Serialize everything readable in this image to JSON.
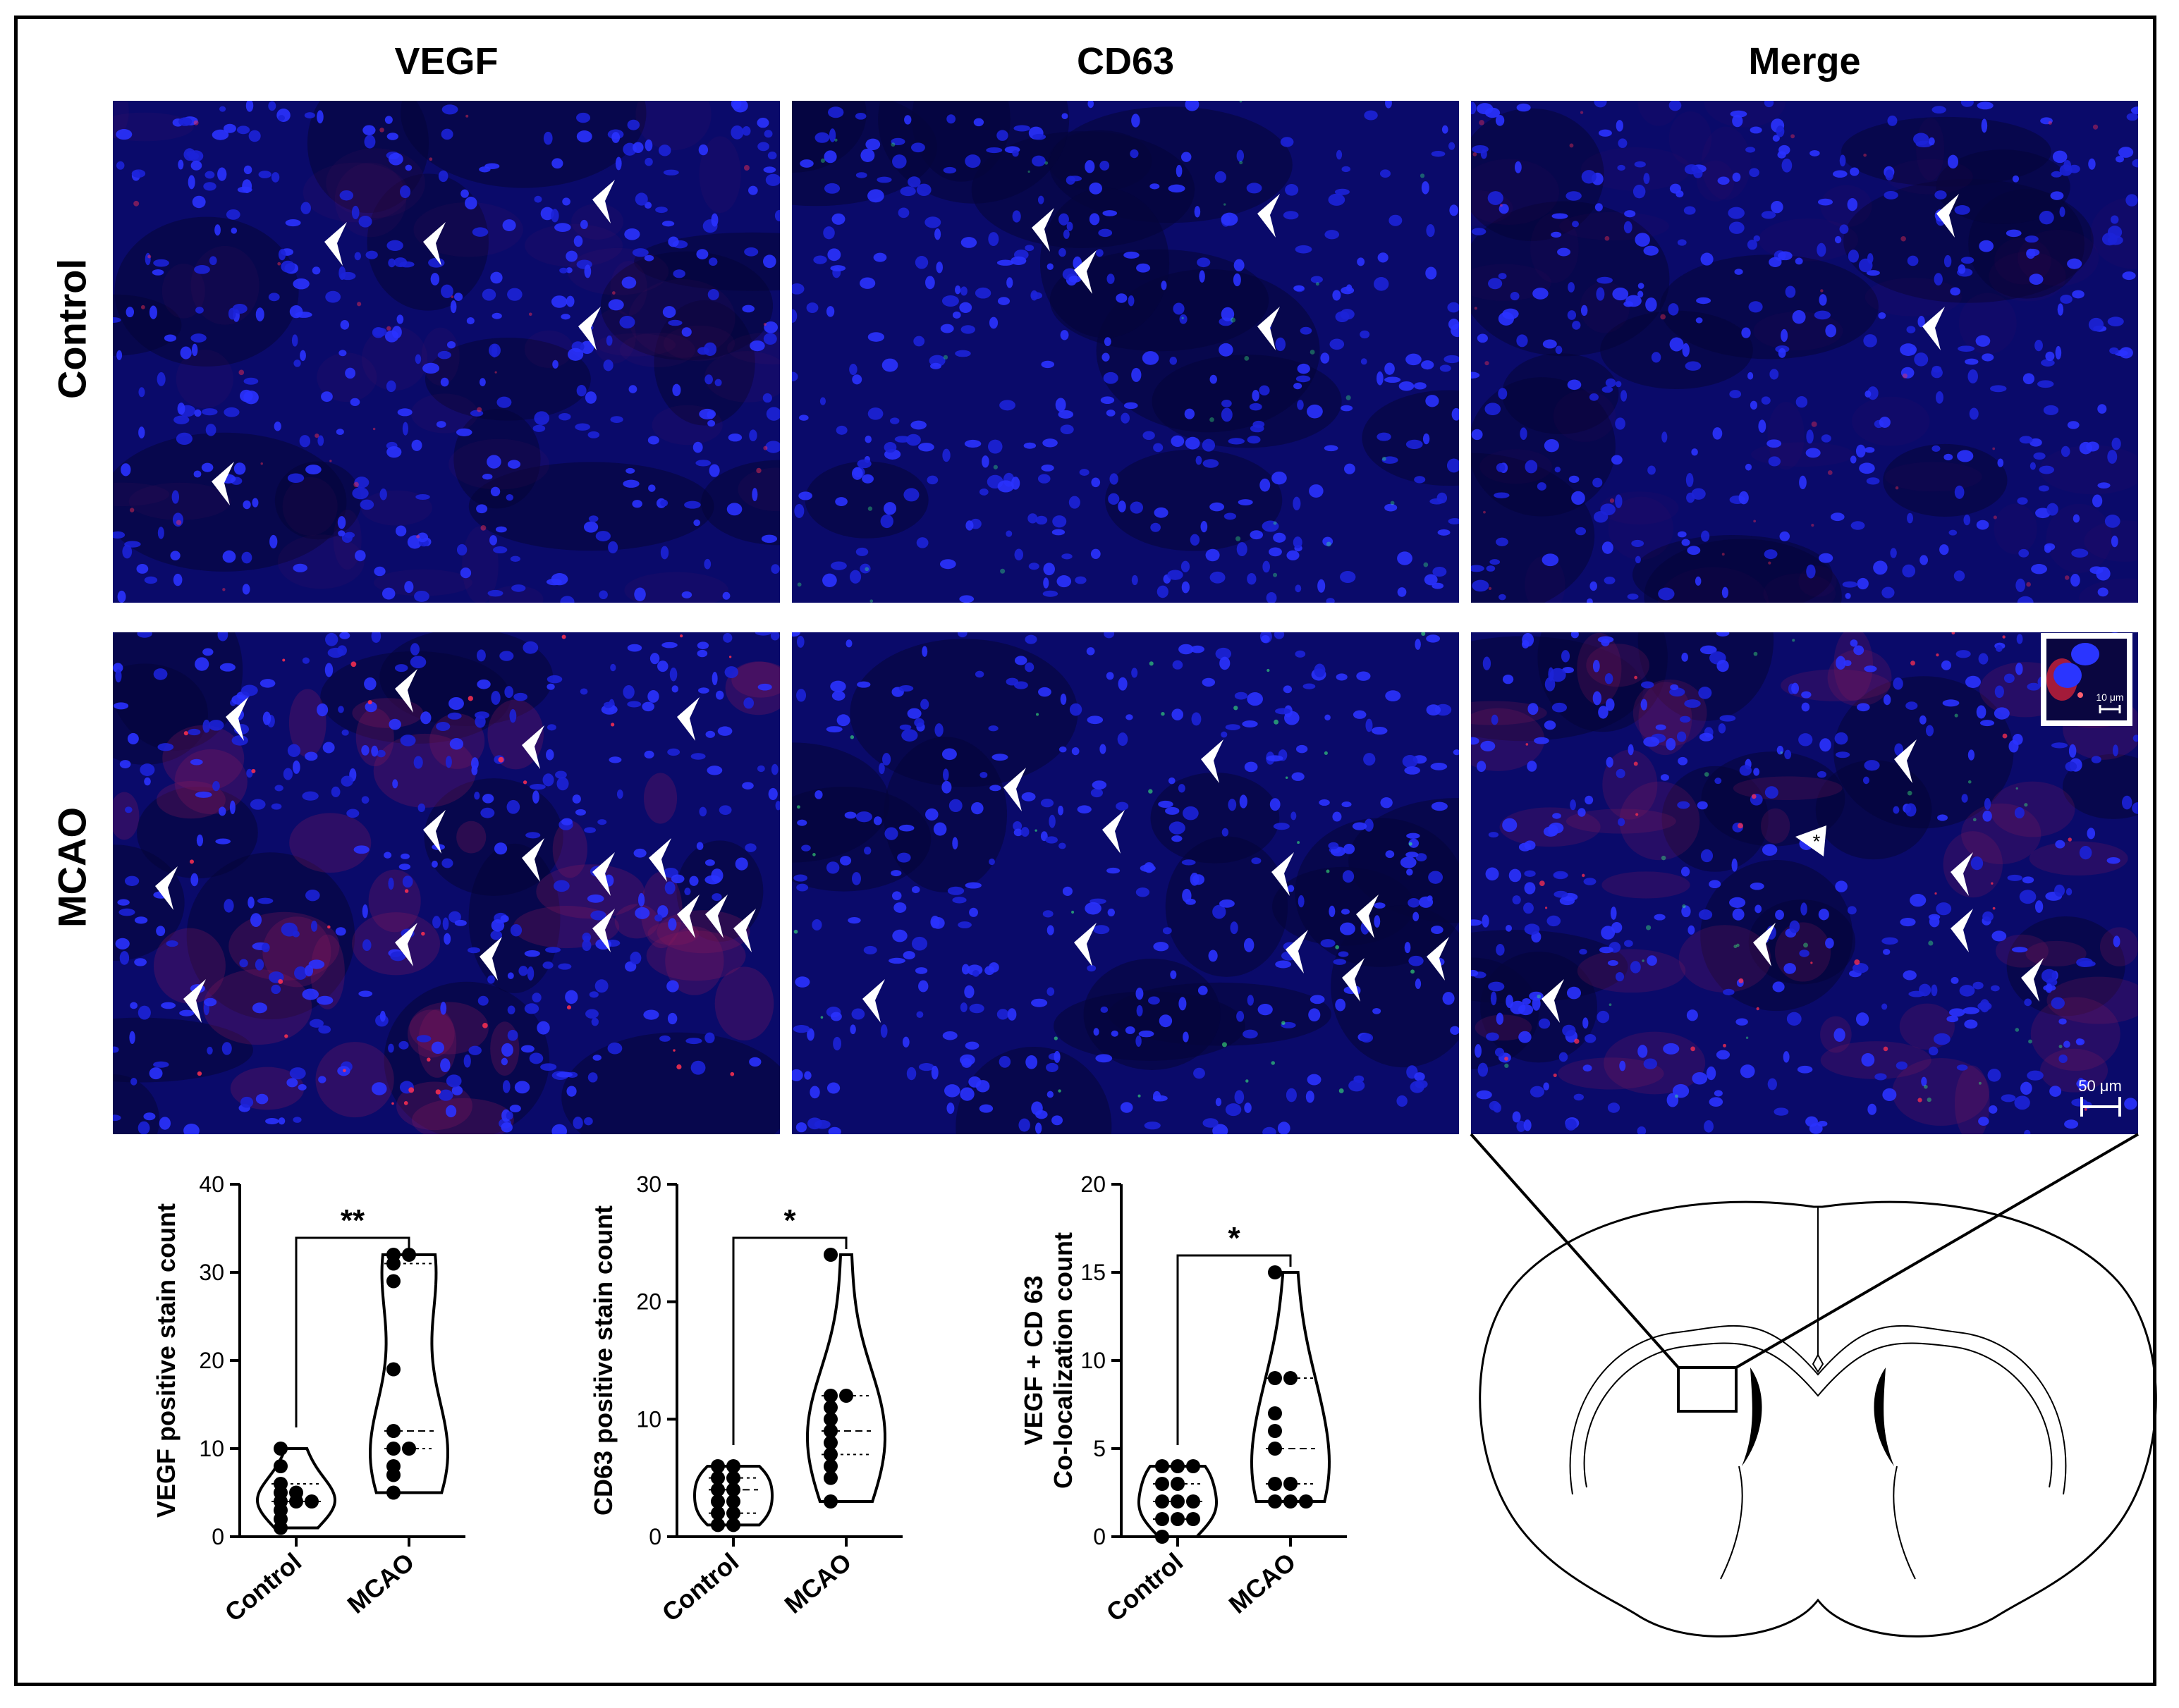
{
  "columns": [
    "VEGF",
    "CD63",
    "Merge"
  ],
  "rows": [
    "Control",
    "MCAO"
  ],
  "scale_bars": {
    "main": "50 μm",
    "inset": "10 μm"
  },
  "colors": {
    "dapi": "#1414d8",
    "vegf": "#e0203a",
    "cd63": "#22d060",
    "arrow": "#ffffff"
  },
  "chart_data": [
    {
      "type": "violin",
      "ylabel": "VEGF positive stain count",
      "categories": [
        "Control",
        "MCAO"
      ],
      "ylim": [
        0,
        40
      ],
      "yticks": [
        0,
        10,
        20,
        30,
        40
      ],
      "significance": "**",
      "series": [
        {
          "name": "Control",
          "values": [
            1,
            2,
            3,
            4,
            4,
            4,
            5,
            5,
            6,
            8,
            10
          ]
        },
        {
          "name": "MCAO",
          "values": [
            5,
            7,
            8,
            10,
            10,
            12,
            19,
            29,
            31,
            32,
            32
          ]
        }
      ]
    },
    {
      "type": "violin",
      "ylabel": "CD63 positive stain count",
      "categories": [
        "Control",
        "MCAO"
      ],
      "ylim": [
        0,
        30
      ],
      "yticks": [
        0,
        10,
        20,
        30
      ],
      "significance": "*",
      "series": [
        {
          "name": "Control",
          "values": [
            1,
            1,
            2,
            2,
            3,
            3,
            4,
            4,
            5,
            5,
            6,
            6
          ]
        },
        {
          "name": "MCAO",
          "values": [
            3,
            5,
            6,
            7,
            8,
            9,
            10,
            11,
            12,
            12,
            24
          ]
        }
      ]
    },
    {
      "type": "violin",
      "ylabel": "VEGF + CD 63 Co-localization count",
      "ylabel_lines": [
        "VEGF + CD 63",
        "Co-localization count"
      ],
      "categories": [
        "Control",
        "MCAO"
      ],
      "ylim": [
        0,
        20
      ],
      "yticks": [
        0,
        5,
        10,
        15,
        20
      ],
      "significance": "*",
      "series": [
        {
          "name": "Control",
          "values": [
            0,
            1,
            1,
            1,
            2,
            2,
            2,
            3,
            3,
            4,
            4,
            4
          ]
        },
        {
          "name": "MCAO",
          "values": [
            2,
            2,
            2,
            3,
            3,
            5,
            6,
            7,
            9,
            9,
            15
          ]
        }
      ]
    }
  ]
}
